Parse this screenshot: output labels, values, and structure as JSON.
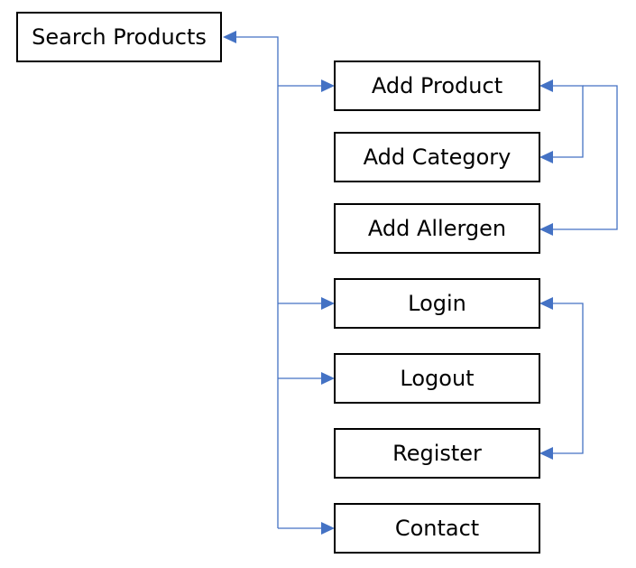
{
  "colors": {
    "connector": "#4472c4",
    "box_border": "#000000",
    "box_fill": "#ffffff",
    "text": "#000000"
  },
  "nodes": {
    "search_products": "Search Products",
    "add_product": "Add Product",
    "add_category": "Add Category",
    "add_allergen": "Add Allergen",
    "login": "Login",
    "logout": "Logout",
    "register": "Register",
    "contact": "Contact"
  },
  "links": [
    {
      "from": "add_product",
      "to": "search_products"
    },
    {
      "from": "search_products",
      "to": "add_product"
    },
    {
      "from": "search_products",
      "to": "login"
    },
    {
      "from": "search_products",
      "to": "logout"
    },
    {
      "from": "search_products",
      "to": "contact"
    },
    {
      "from": "add_product",
      "to": "add_category"
    },
    {
      "from": "add_product",
      "to": "add_allergen"
    },
    {
      "from": "login",
      "to": "register"
    }
  ]
}
